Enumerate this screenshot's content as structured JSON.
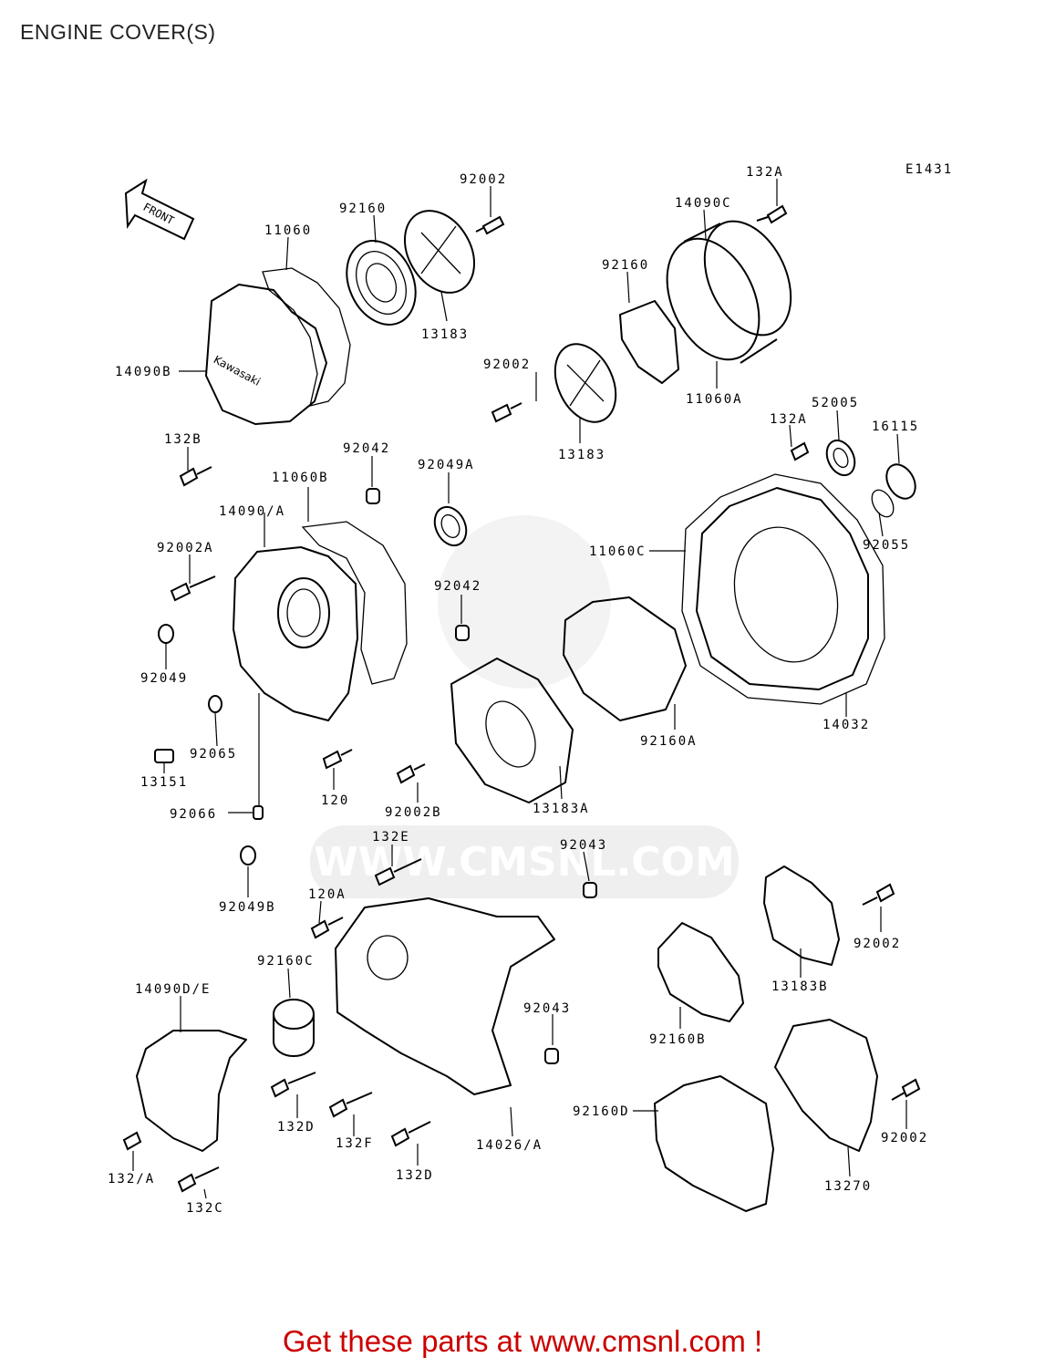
{
  "page": {
    "title": "ENGINE COVER(S)",
    "footer": "Get these parts at www.cmsnl.com !"
  },
  "diagram": {
    "code": "E1431",
    "front_label": "FRONT",
    "cover_brand": "Kawasaki",
    "watermark": "WWW.CMSNL.COM",
    "labels": [
      {
        "id": "lbl-92002-a",
        "text": "92002"
      },
      {
        "id": "lbl-92160-a",
        "text": "92160"
      },
      {
        "id": "lbl-11060",
        "text": "11060"
      },
      {
        "id": "lbl-13183-a",
        "text": "13183"
      },
      {
        "id": "lbl-14090b",
        "text": "14090B"
      },
      {
        "id": "lbl-132b",
        "text": "132B"
      },
      {
        "id": "lbl-132a-a",
        "text": "132A"
      },
      {
        "id": "lbl-14090c",
        "text": "14090C"
      },
      {
        "id": "lbl-92160-b",
        "text": "92160"
      },
      {
        "id": "lbl-92002-b",
        "text": "92002"
      },
      {
        "id": "lbl-13183-b",
        "text": "13183"
      },
      {
        "id": "lbl-11060a",
        "text": "11060A"
      },
      {
        "id": "lbl-132a-b",
        "text": "132A"
      },
      {
        "id": "lbl-52005",
        "text": "52005"
      },
      {
        "id": "lbl-16115",
        "text": "16115"
      },
      {
        "id": "lbl-92042-a",
        "text": "92042"
      },
      {
        "id": "lbl-92049a",
        "text": "92049A"
      },
      {
        "id": "lbl-11060b",
        "text": "11060B"
      },
      {
        "id": "lbl-14090-a",
        "text": "14090/A"
      },
      {
        "id": "lbl-92002a",
        "text": "92002A"
      },
      {
        "id": "lbl-92049",
        "text": "92049"
      },
      {
        "id": "lbl-92042-b",
        "text": "92042"
      },
      {
        "id": "lbl-11060c",
        "text": "11060C"
      },
      {
        "id": "lbl-92055",
        "text": "92055"
      },
      {
        "id": "lbl-92065",
        "text": "92065"
      },
      {
        "id": "lbl-13151",
        "text": "13151"
      },
      {
        "id": "lbl-92066",
        "text": "92066"
      },
      {
        "id": "lbl-120",
        "text": "120"
      },
      {
        "id": "lbl-92002b",
        "text": "92002B"
      },
      {
        "id": "lbl-13183a",
        "text": "13183A"
      },
      {
        "id": "lbl-92160a",
        "text": "92160A"
      },
      {
        "id": "lbl-14032",
        "text": "14032"
      },
      {
        "id": "lbl-92049b",
        "text": "92049B"
      },
      {
        "id": "lbl-132e",
        "text": "132E"
      },
      {
        "id": "lbl-92043-a",
        "text": "92043"
      },
      {
        "id": "lbl-120a",
        "text": "120A"
      },
      {
        "id": "lbl-92160c",
        "text": "92160C"
      },
      {
        "id": "lbl-14090de",
        "text": "14090D/E"
      },
      {
        "id": "lbl-92043-b",
        "text": "92043"
      },
      {
        "id": "lbl-92002-c",
        "text": "92002"
      },
      {
        "id": "lbl-13183b",
        "text": "13183B"
      },
      {
        "id": "lbl-92160b",
        "text": "92160B"
      },
      {
        "id": "lbl-92160d",
        "text": "92160D"
      },
      {
        "id": "lbl-92002-d",
        "text": "92002"
      },
      {
        "id": "lbl-13270",
        "text": "13270"
      },
      {
        "id": "lbl-132d-a",
        "text": "132D"
      },
      {
        "id": "lbl-132f",
        "text": "132F"
      },
      {
        "id": "lbl-14026-a",
        "text": "14026/A"
      },
      {
        "id": "lbl-132d-b",
        "text": "132D"
      },
      {
        "id": "lbl-132-a",
        "text": "132/A"
      },
      {
        "id": "lbl-132c",
        "text": "132C"
      }
    ]
  }
}
